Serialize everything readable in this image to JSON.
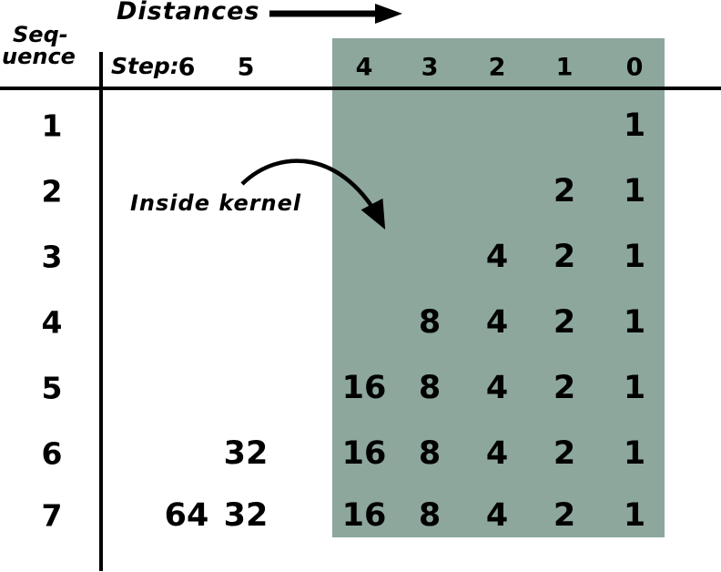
{
  "title": "Distances",
  "sequence_label": {
    "line1": "Seq-",
    "line2": "uence"
  },
  "step_label": "Step:",
  "annotation": "Inside kernel",
  "colors": {
    "kernel_shade": "#8da79d",
    "text": "#000000"
  },
  "table": {
    "columns": [
      "6",
      "5",
      "4",
      "3",
      "2",
      "1",
      "0"
    ],
    "rows": [
      {
        "label": "1",
        "values": [
          "",
          "",
          "",
          "",
          "",
          "",
          "1"
        ]
      },
      {
        "label": "2",
        "values": [
          "",
          "",
          "",
          "",
          "",
          "2",
          "1"
        ]
      },
      {
        "label": "3",
        "values": [
          "",
          "",
          "",
          "",
          "4",
          "2",
          "1"
        ]
      },
      {
        "label": "4",
        "values": [
          "",
          "",
          "",
          "8",
          "4",
          "2",
          "1"
        ]
      },
      {
        "label": "5",
        "values": [
          "",
          "",
          "16",
          "8",
          "4",
          "2",
          "1"
        ]
      },
      {
        "label": "6",
        "values": [
          "",
          "32",
          "16",
          "8",
          "4",
          "2",
          "1"
        ]
      },
      {
        "label": "7",
        "values": [
          "64",
          "32",
          "16",
          "8",
          "4",
          "2",
          "1"
        ]
      }
    ]
  }
}
